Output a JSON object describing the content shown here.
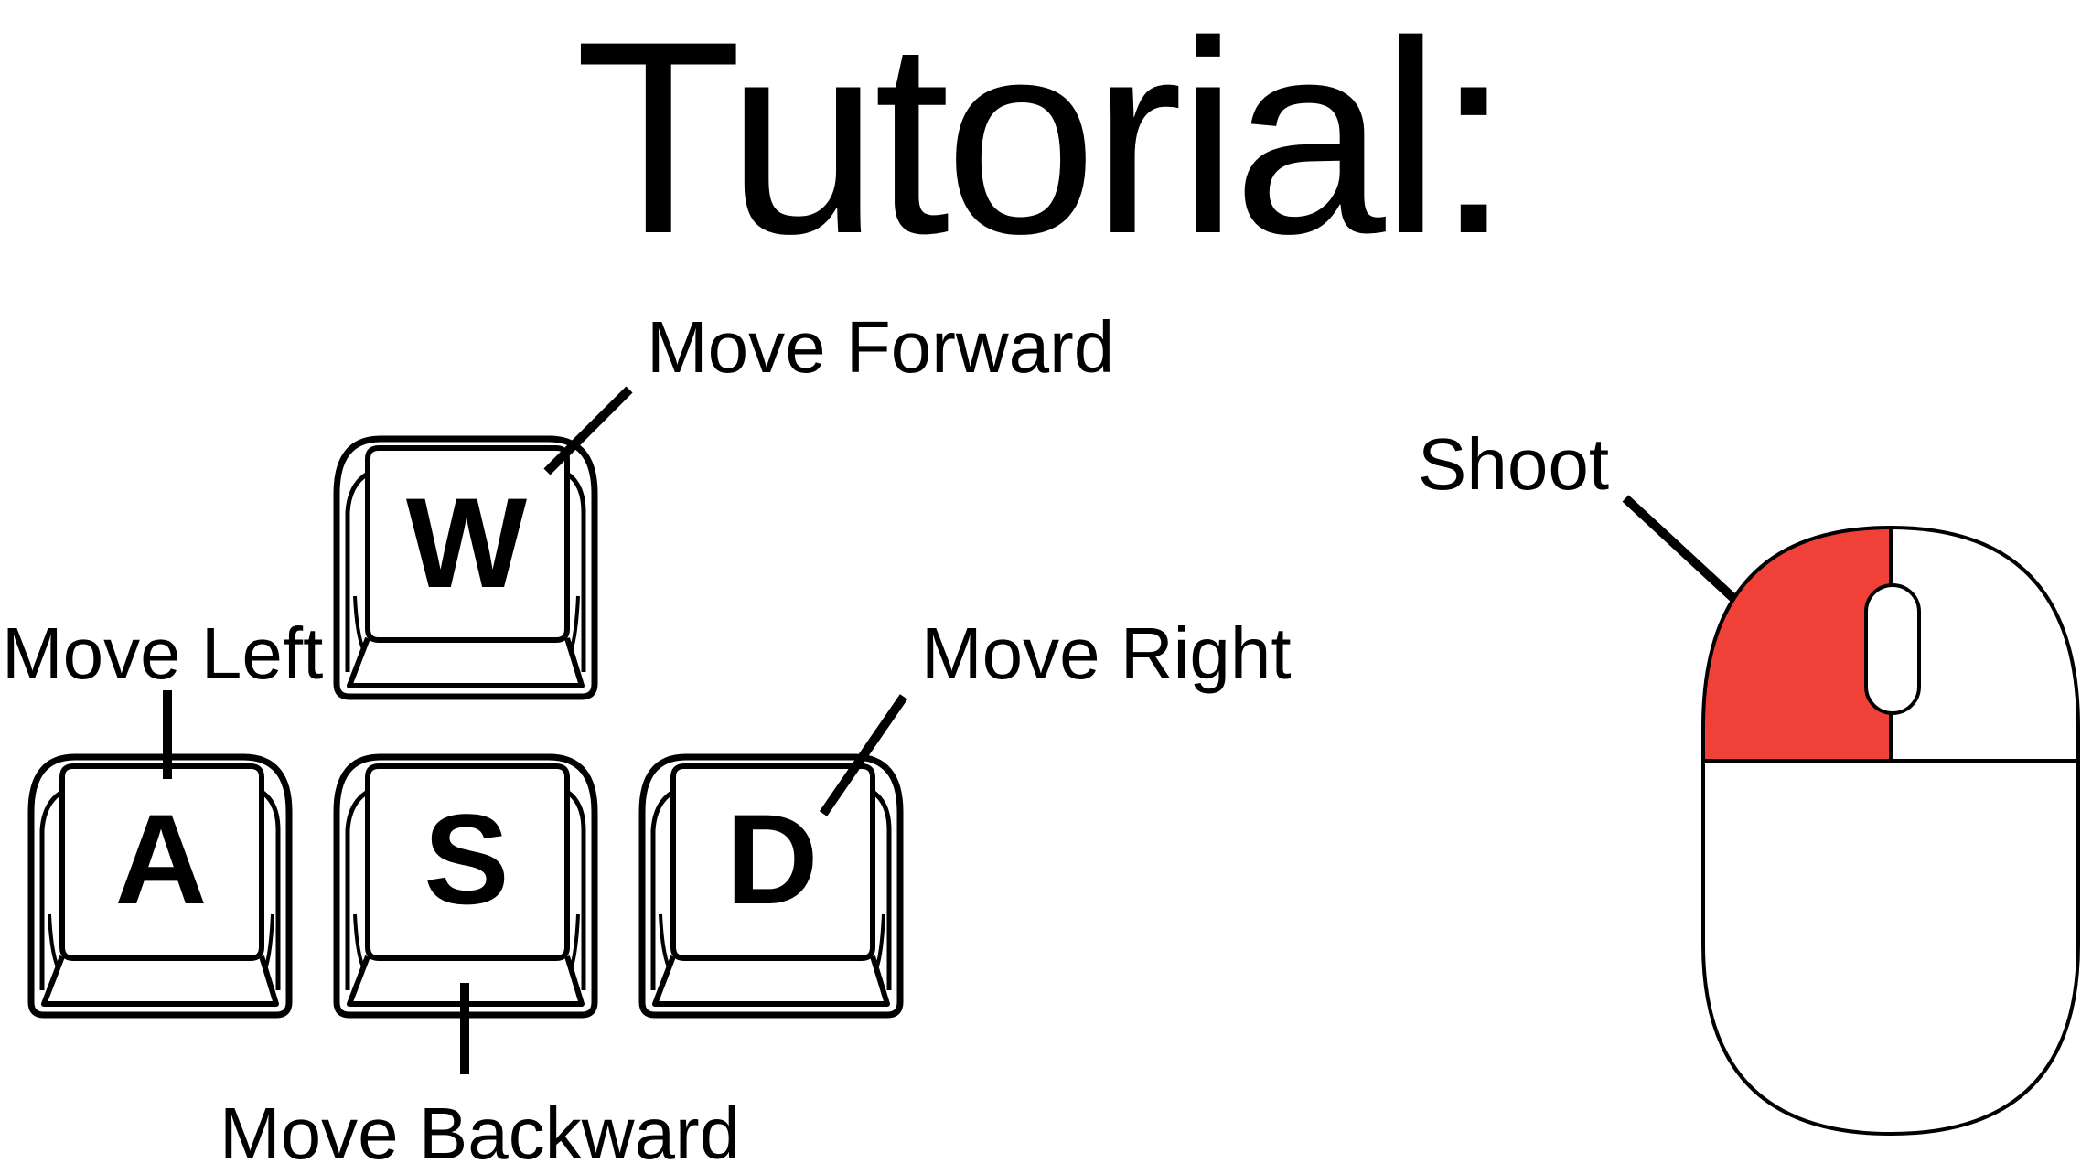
{
  "title": "Tutorial:",
  "keys": [
    {
      "id": "w",
      "letter": "W",
      "action": "Move Forward"
    },
    {
      "id": "a",
      "letter": "A",
      "action": "Move Left"
    },
    {
      "id": "s",
      "letter": "S",
      "action": "Move Backward"
    },
    {
      "id": "d",
      "letter": "D",
      "action": "Move Right"
    }
  ],
  "mouse": {
    "action": "Shoot",
    "highlight_button": "left",
    "highlight_color": "#ef4138"
  },
  "colors": {
    "ink": "#000000",
    "background": "#ffffff"
  }
}
